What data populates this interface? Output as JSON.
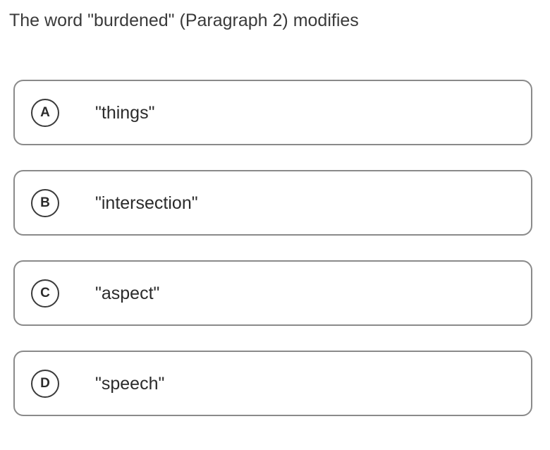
{
  "question": {
    "text": "The word \"burdened\" (Paragraph 2) modifies"
  },
  "choices": [
    {
      "letter": "A",
      "text": "\"things\""
    },
    {
      "letter": "B",
      "text": "\"intersection\""
    },
    {
      "letter": "C",
      "text": "\"aspect\""
    },
    {
      "letter": "D",
      "text": "\"speech\""
    }
  ]
}
